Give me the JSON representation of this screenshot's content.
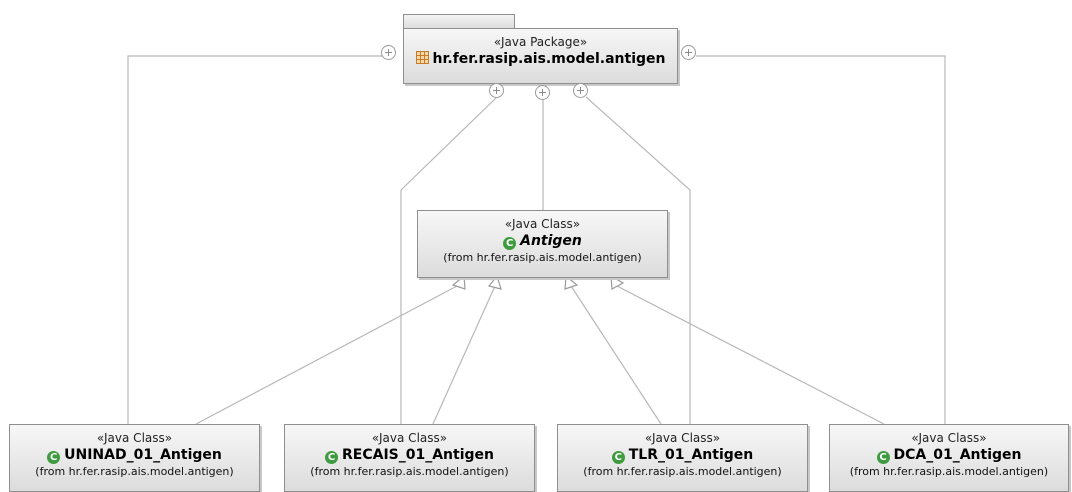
{
  "package": {
    "stereotype": "«Java Package»",
    "name": "hr.fer.rasip.ais.model.antigen",
    "icon": "package-icon"
  },
  "base_class": {
    "stereotype": "«Java Class»",
    "name": "Antigen",
    "from": "(from hr.fer.rasip.ais.model.antigen)",
    "icon": "class-icon",
    "abstract": true
  },
  "subclasses": [
    {
      "stereotype": "«Java Class»",
      "name": "UNINAD_01_Antigen",
      "from": "(from hr.fer.rasip.ais.model.antigen)"
    },
    {
      "stereotype": "«Java Class»",
      "name": "RECAIS_01_Antigen",
      "from": "(from hr.fer.rasip.ais.model.antigen)"
    },
    {
      "stereotype": "«Java Class»",
      "name": "TLR_01_Antigen",
      "from": "(from hr.fer.rasip.ais.model.antigen)"
    },
    {
      "stereotype": "«Java Class»",
      "name": "DCA_01_Antigen",
      "from": "(from hr.fer.rasip.ais.model.antigen)"
    }
  ],
  "colors": {
    "border": "#8f8f8f",
    "edge": "#b8b8b8",
    "class_icon": "#3f9b3f",
    "package_icon": "#c77a2a"
  }
}
